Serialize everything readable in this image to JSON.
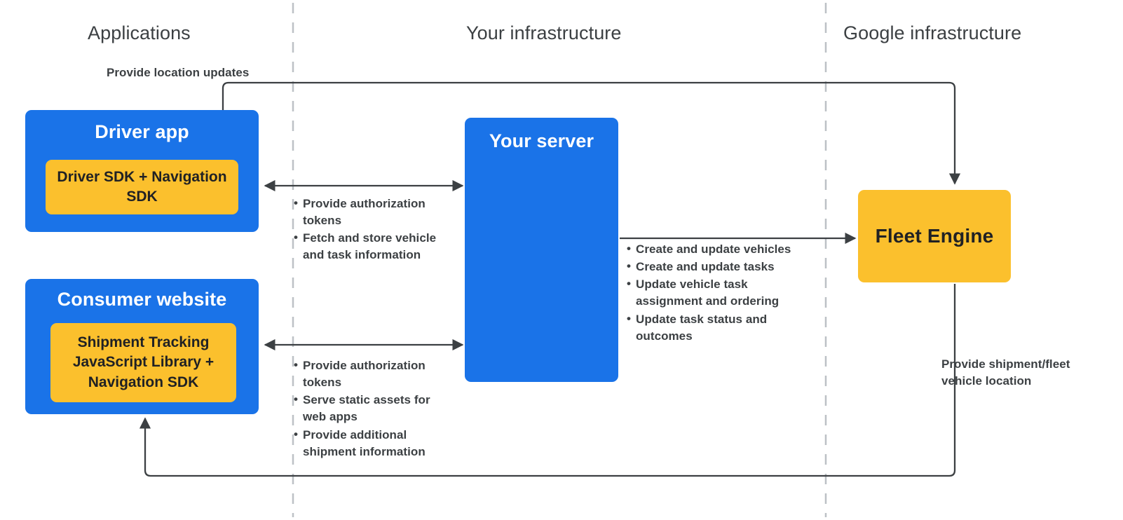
{
  "headers": {
    "applications": "Applications",
    "your_infrastructure": "Your infrastructure",
    "google_infrastructure": "Google infrastructure"
  },
  "boxes": {
    "driver_app": {
      "title": "Driver app",
      "inner": "Driver SDK + Navigation SDK"
    },
    "consumer_website": {
      "title": "Consumer website",
      "inner": "Shipment Tracking JavaScript Library  + Navigation SDK"
    },
    "your_server": {
      "title": "Your server"
    },
    "fleet_engine": {
      "title": "Fleet Engine"
    }
  },
  "annotations": {
    "location_updates": "Provide location updates",
    "driver_server": [
      "Provide authorization tokens",
      "Fetch and store vehicle and task information"
    ],
    "consumer_server": [
      "Provide authorization tokens",
      "Serve static assets for web apps",
      "Provide additional shipment information"
    ],
    "server_fleet": [
      "Create and update vehicles",
      "Create and update tasks",
      "Update vehicle task assignment and ordering",
      "Update task status and outcomes"
    ],
    "shipment_location": "Provide shipment/fleet vehicle location"
  },
  "colors": {
    "blue": "#1a73e8",
    "yellow": "#fbc02d",
    "text_dark": "#3c4043",
    "text_on_yellow": "#202124",
    "edge": "#3c4043",
    "divider": "#bdc1c6",
    "background": "#ffffff"
  },
  "chart_data": {
    "type": "diagram",
    "title": "Fleet Engine deliveries architecture",
    "lanes": [
      "Applications",
      "Your infrastructure",
      "Google infrastructure"
    ],
    "nodes": [
      {
        "id": "driver-app",
        "label": "Driver app",
        "lane": "Applications",
        "color": "#1a73e8"
      },
      {
        "id": "driver-sdk",
        "label": "Driver SDK + Navigation SDK",
        "lane": "Applications",
        "color": "#fbc02d",
        "parent": "driver-app"
      },
      {
        "id": "consumer-website",
        "label": "Consumer website",
        "lane": "Applications",
        "color": "#1a73e8"
      },
      {
        "id": "shipment-lib",
        "label": "Shipment Tracking JavaScript Library  + Navigation SDK",
        "lane": "Applications",
        "color": "#fbc02d",
        "parent": "consumer-website"
      },
      {
        "id": "your-server",
        "label": "Your server",
        "lane": "Your infrastructure",
        "color": "#1a73e8"
      },
      {
        "id": "fleet-engine",
        "label": "Fleet Engine",
        "lane": "Google infrastructure",
        "color": "#fbc02d"
      }
    ],
    "edges": [
      {
        "from": "driver-sdk",
        "to": "fleet-engine",
        "direction": "one-way",
        "label": "Provide location updates"
      },
      {
        "from": "driver-app",
        "to": "your-server",
        "direction": "two-way",
        "label": "Provide authorization tokens; Fetch and store vehicle and task information"
      },
      {
        "from": "consumer-website",
        "to": "your-server",
        "direction": "two-way",
        "label": "Provide authorization tokens; Serve static assets for web apps; Provide additional shipment information"
      },
      {
        "from": "your-server",
        "to": "fleet-engine",
        "direction": "one-way",
        "label": "Create and update vehicles; Create and update tasks; Update vehicle task assignment and ordering; Update task status and outcomes"
      },
      {
        "from": "fleet-engine",
        "to": "consumer-website",
        "direction": "one-way",
        "label": "Provide shipment/fleet vehicle location"
      }
    ]
  }
}
